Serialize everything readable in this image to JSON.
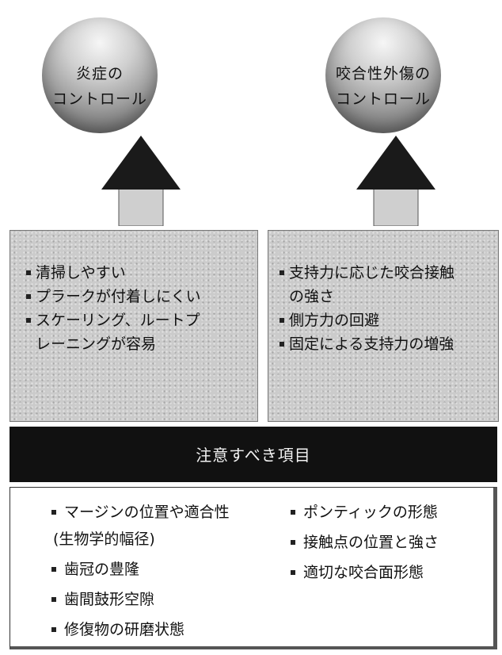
{
  "goals": {
    "left": {
      "line1": "炎症の",
      "line2": "コントロール"
    },
    "right": {
      "line1": "咬合性外傷の",
      "line2": "コントロール"
    }
  },
  "left_box": {
    "items": [
      {
        "text": "清掃しやすい"
      },
      {
        "text": "プラークが付着しにくい"
      },
      {
        "text": "スケーリング、ルートプ",
        "cont": "レーニングが容易"
      }
    ]
  },
  "right_box": {
    "items": [
      {
        "text": "支持力に応じた咬合接触",
        "cont": "の強さ"
      },
      {
        "text": "側方力の回避"
      },
      {
        "text": "固定による支持力の増強"
      }
    ]
  },
  "bar": {
    "title": "注意すべき項目"
  },
  "attention": {
    "left": [
      {
        "text": "マージンの位置や適合性",
        "cont": "(生物学的幅径)"
      },
      {
        "text": "歯冠の豊隆"
      },
      {
        "text": "歯間鼓形空隙"
      },
      {
        "text": "修復物の研磨状態"
      }
    ],
    "right": [
      {
        "text": "ポンティックの形態"
      },
      {
        "text": "接触点の位置と強さ"
      },
      {
        "text": "適切な咬合面形態"
      }
    ]
  },
  "colors": {
    "sphere": "#9a9a9a",
    "arrow": "#1a1a1a",
    "box": "#cbcbcb",
    "bar": "#111111"
  }
}
